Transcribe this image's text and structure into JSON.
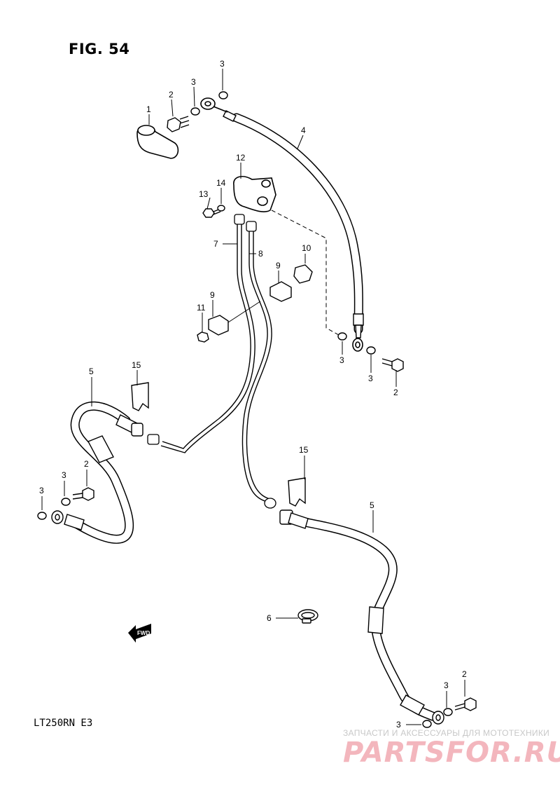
{
  "figure": {
    "title": "FIG. 54",
    "model_code": "LT250RN  E3",
    "fwd_label": "FWD"
  },
  "watermark": {
    "top_text": "ЗАПЧАСТИ И АКСЕССУАРЫ ДЛЯ МОТОТЕХНИКИ",
    "brand_text": "PARTSFOR.RU",
    "brand_color": "#f3b6bd"
  },
  "callouts": [
    {
      "id": "c1",
      "label": "1"
    },
    {
      "id": "c2a",
      "label": "2"
    },
    {
      "id": "c3a",
      "label": "3"
    },
    {
      "id": "c3b",
      "label": "3"
    },
    {
      "id": "c4",
      "label": "4"
    },
    {
      "id": "c12",
      "label": "12"
    },
    {
      "id": "c14",
      "label": "14"
    },
    {
      "id": "c13",
      "label": "13"
    },
    {
      "id": "c7",
      "label": "7"
    },
    {
      "id": "c8",
      "label": "8"
    },
    {
      "id": "c10",
      "label": "10"
    },
    {
      "id": "c9a",
      "label": "9"
    },
    {
      "id": "c9b",
      "label": "9"
    },
    {
      "id": "c11",
      "label": "11"
    },
    {
      "id": "c3c",
      "label": "3"
    },
    {
      "id": "c3d",
      "label": "3"
    },
    {
      "id": "c2b",
      "label": "2"
    },
    {
      "id": "c5a",
      "label": "5"
    },
    {
      "id": "c15a",
      "label": "15"
    },
    {
      "id": "c3e",
      "label": "3"
    },
    {
      "id": "c2c",
      "label": "2"
    },
    {
      "id": "c3f",
      "label": "3"
    },
    {
      "id": "c15b",
      "label": "15"
    },
    {
      "id": "c5b",
      "label": "5"
    },
    {
      "id": "c6",
      "label": "6"
    },
    {
      "id": "c3g",
      "label": "3"
    },
    {
      "id": "c2d",
      "label": "2"
    },
    {
      "id": "c3h",
      "label": "3"
    }
  ]
}
